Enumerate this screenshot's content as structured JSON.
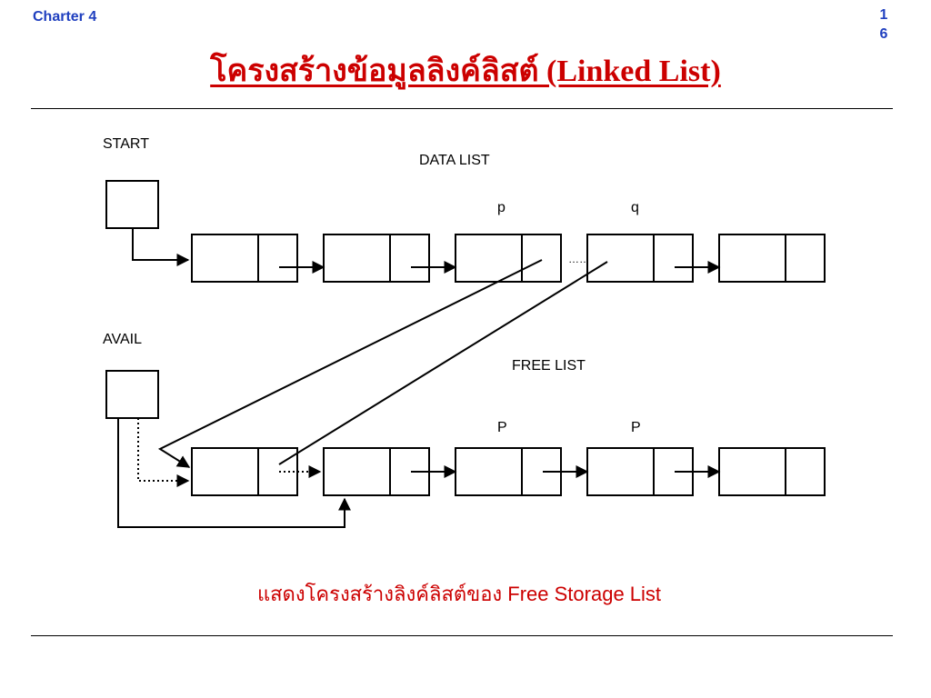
{
  "header": {
    "chapter": "Charter 4",
    "page_number": [
      "1",
      "6"
    ],
    "title": "โครงสร้างข้อมูลลิงค์ลิสต์ (Linked List)"
  },
  "diagram": {
    "labels": {
      "start": "START",
      "data_list": "DATA LIST",
      "p_lower": "p",
      "q_lower": "q",
      "ellipsis": "……",
      "avail": "AVAIL",
      "free_list": "FREE LIST",
      "p_upper_1": "P",
      "p_upper_2": "P"
    }
  },
  "caption": {
    "thai": "แสดงโครงสร้างลิงค์ลิสต์ของ",
    "english": "Free Storage List"
  },
  "colors": {
    "chapter": "#1f3fbf",
    "title": "#cc0000",
    "caption": "#cc0000"
  }
}
